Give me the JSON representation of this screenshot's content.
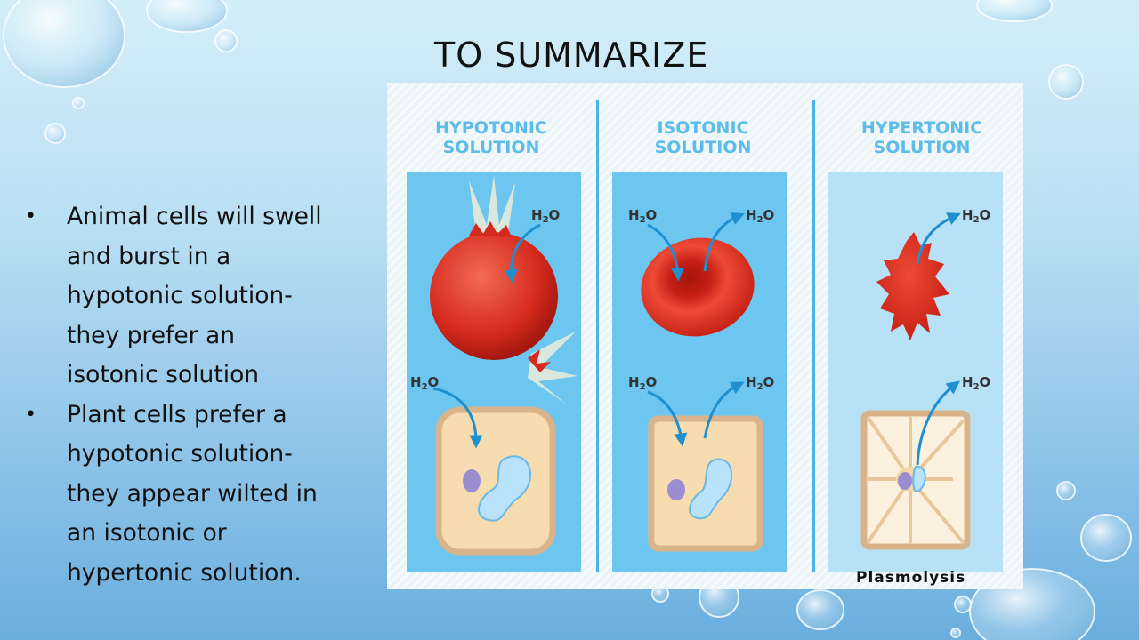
{
  "slide": {
    "title": "TO SUMMARIZE",
    "bullets": [
      "Animal cells will swell and burst in a hypotonic solution- they prefer an isotonic solution",
      "Plant cells prefer a hypotonic solution- they appear wilted in an isotonic or hypertonic solution."
    ]
  },
  "figure": {
    "columns": [
      {
        "heading": "HYPOTONIC\nSOLUTION"
      },
      {
        "heading": "ISOTONIC\nSOLUTION"
      },
      {
        "heading": "HYPERTONIC\nSOLUTION"
      }
    ],
    "water_label": "H2O",
    "caption": "Plasmolysis"
  },
  "colors": {
    "heading_blue": "#5dbde8",
    "panel_blue": "#6cc6ef",
    "panel_light": "#b7e2f5",
    "cell_red": "#d52a1e",
    "arrow_blue": "#1e8fcf",
    "cell_wall": "#d9b48a"
  }
}
